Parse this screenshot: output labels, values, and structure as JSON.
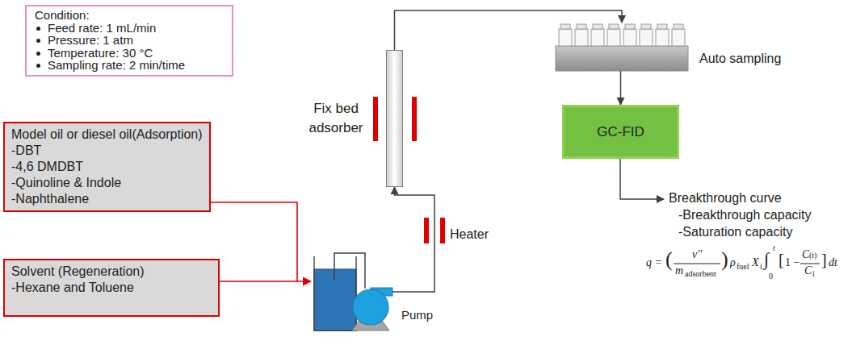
{
  "diagram": {
    "nodes": [
      {
        "text": [
          "Condition:",
          "Feed rate: 1 mL/min",
          "Pressure: 1 atm",
          "Temperature: 30 °C",
          "Sampling rate: 2 min/time"
        ]
      },
      {
        "text": [
          "Model oil or diesel oil(Adsorption)",
          "-DBT",
          "-4,6 DMDBT",
          "-Quinoline & Indole",
          "-Naphthalene"
        ]
      },
      {
        "text": [
          "Solvent (Regeneration)",
          "-Hexane and Toluene"
        ]
      },
      {
        "text": [
          "Pump"
        ]
      },
      {
        "text": [
          "Fix bed adsorber"
        ]
      },
      {
        "text": [
          "Auto sampling"
        ]
      },
      {
        "text": [
          "GC-FID"
        ]
      }
    ],
    "edges": [
      {
        "from": 3,
        "to": 4,
        "arrow": "to"
      },
      {
        "from": 4,
        "to": 5,
        "arrow": "to"
      },
      {
        "from": 5,
        "to": 6,
        "arrow": "to"
      }
    ],
    "labels": [
      "Heater",
      "Breakthrough curve",
      "-Breakthrough capacity",
      "-Saturation capacity",
      "q =",
      "(",
      "v''",
      "m",
      "adsorbent",
      ")",
      "ρ",
      "fuel",
      "X",
      "i",
      "∫",
      "t",
      "0",
      "[",
      "1 −",
      "C",
      "(t)",
      "C",
      "i",
      "]",
      "dt"
    ]
  }
}
